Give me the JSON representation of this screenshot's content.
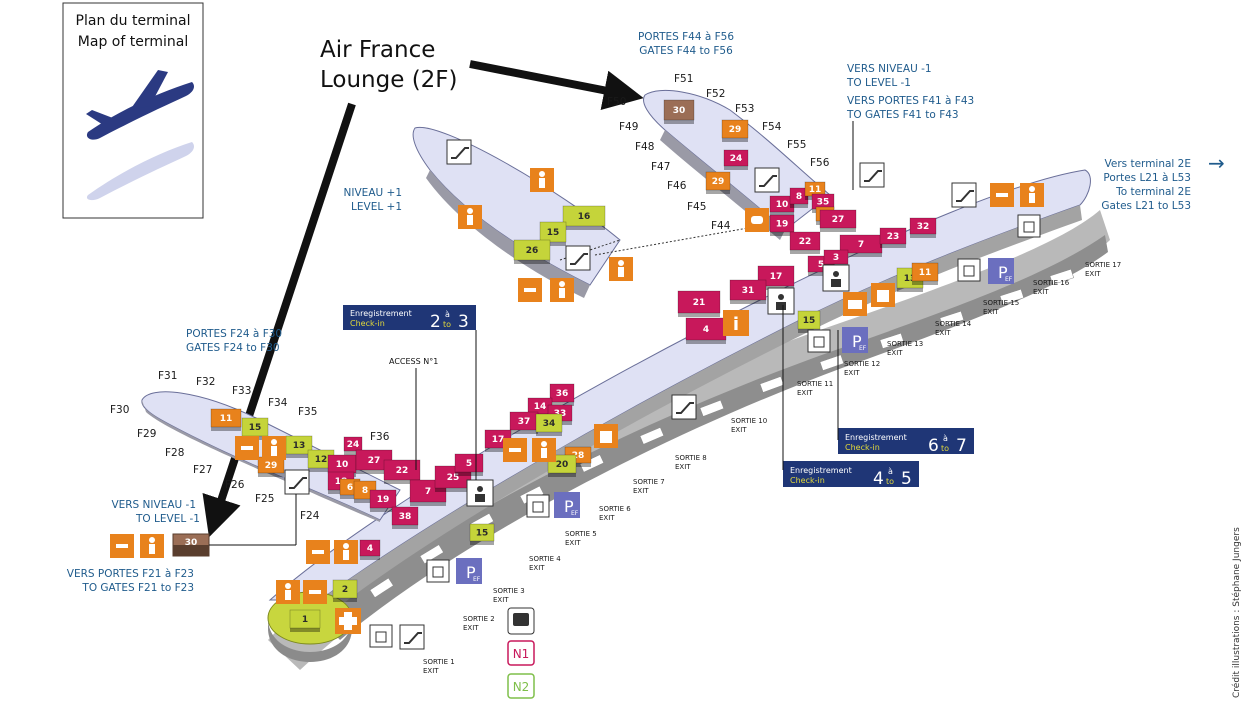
{
  "legend": {
    "line1": "Plan du terminal",
    "line2": "Map of terminal"
  },
  "callout": {
    "line1": "Air France",
    "line2": "Lounge (2F)"
  },
  "portes_f44": {
    "fr": "PORTES F44 à F56",
    "en": "GATES F44 to F56"
  },
  "vers_niveau_right": {
    "fr": "VERS NIVEAU -1",
    "en": "TO LEVEL -1"
  },
  "vers_portes_f41": {
    "fr": "VERS PORTES F41 à F43",
    "en": "TO GATES F41 to F43"
  },
  "niveau_plus1": {
    "fr": "NIVEAU +1",
    "en": "LEVEL +1"
  },
  "portes_f24": {
    "fr": "PORTES F24 à F30",
    "en": "GATES F24 to F30"
  },
  "vers_niveau_left": {
    "fr": "VERS NIVEAU -1",
    "en": "TO LEVEL -1"
  },
  "vers_portes_f21": {
    "fr": "VERS PORTES F21 à F23",
    "en": "TO GATES F21 to F23"
  },
  "terminal2e": {
    "l1": "Vers terminal 2E",
    "l2": "Portes L21 à L53",
    "l3": "To terminal 2E",
    "l4": "Gates L21 to L53",
    "arrow": "→"
  },
  "access": "ACCESS N°1",
  "credit": "Crédit illustrations : Stéphane Jungers",
  "checkins": [
    {
      "fr": "Enregistrement",
      "en": "Check-in",
      "a": "2",
      "sep": "à",
      "sep_en": "to",
      "b": "3"
    },
    {
      "fr": "Enregistrement",
      "en": "Check-in",
      "a": "6",
      "sep": "à",
      "sep_en": "to",
      "b": "7"
    },
    {
      "fr": "Enregistrement",
      "en": "Check-in",
      "a": "4",
      "sep": "à",
      "sep_en": "to",
      "b": "5"
    }
  ],
  "exits": [
    {
      "fr": "SORTIE 1",
      "en": "EXIT"
    },
    {
      "fr": "SORTIE 2",
      "en": "EXIT"
    },
    {
      "fr": "SORTIE 3",
      "en": "EXIT"
    },
    {
      "fr": "SORTIE 4",
      "en": "EXIT"
    },
    {
      "fr": "SORTIE 5",
      "en": "EXIT"
    },
    {
      "fr": "SORTIE 6",
      "en": "EXIT"
    },
    {
      "fr": "SORTIE 7",
      "en": "EXIT"
    },
    {
      "fr": "SORTIE 8",
      "en": "EXIT"
    },
    {
      "fr": "SORTIE 10",
      "en": "EXIT"
    },
    {
      "fr": "SORTIE 11",
      "en": "EXIT"
    },
    {
      "fr": "SORTIE 12",
      "en": "EXIT"
    },
    {
      "fr": "SORTIE 13",
      "en": "EXIT"
    },
    {
      "fr": "SORTIE 14",
      "en": "EXIT"
    },
    {
      "fr": "SORTIE 15",
      "en": "EXIT"
    },
    {
      "fr": "SORTIE 16",
      "en": "EXIT"
    },
    {
      "fr": "SORTIE 17",
      "en": "EXIT"
    }
  ],
  "gates": [
    "F51",
    "F50",
    "F52",
    "F53",
    "F49",
    "F54",
    "F48",
    "F55",
    "F47",
    "F56",
    "F46",
    "F45",
    "F44",
    "F31",
    "F32",
    "F33",
    "F34",
    "F30",
    "F35",
    "F29",
    "F36",
    "F28",
    "F27",
    "F26",
    "F25",
    "F24"
  ],
  "blocks": [
    "30",
    "29",
    "24",
    "29",
    "10",
    "8",
    "11",
    "35",
    "9",
    "19",
    "27",
    "22",
    "7",
    "23",
    "32",
    "5",
    "3",
    "17",
    "31",
    "21",
    "4",
    "13",
    "11",
    "15",
    "16",
    "15",
    "26",
    "11",
    "13",
    "15",
    "12",
    "10",
    "29",
    "24",
    "27",
    "22",
    "18",
    "6",
    "8",
    "19",
    "7",
    "25",
    "5",
    "38",
    "4",
    "2",
    "1",
    "36",
    "14",
    "37",
    "33",
    "34",
    "17",
    "28",
    "20",
    "15",
    "30"
  ],
  "badges": {
    "n1": "N1",
    "n2": "N2",
    "p": "P",
    "ef": "EF"
  },
  "colors": {
    "hall": "#dfe1f4",
    "hall_edge": "#6a6f99",
    "dark": "#8f8f8f",
    "magenta": "#c8185b",
    "orange": "#e8821c",
    "lime": "#c5d43a",
    "brown": "#9b6e56",
    "navy": "#1f3676",
    "label": "#1f5b8c"
  }
}
